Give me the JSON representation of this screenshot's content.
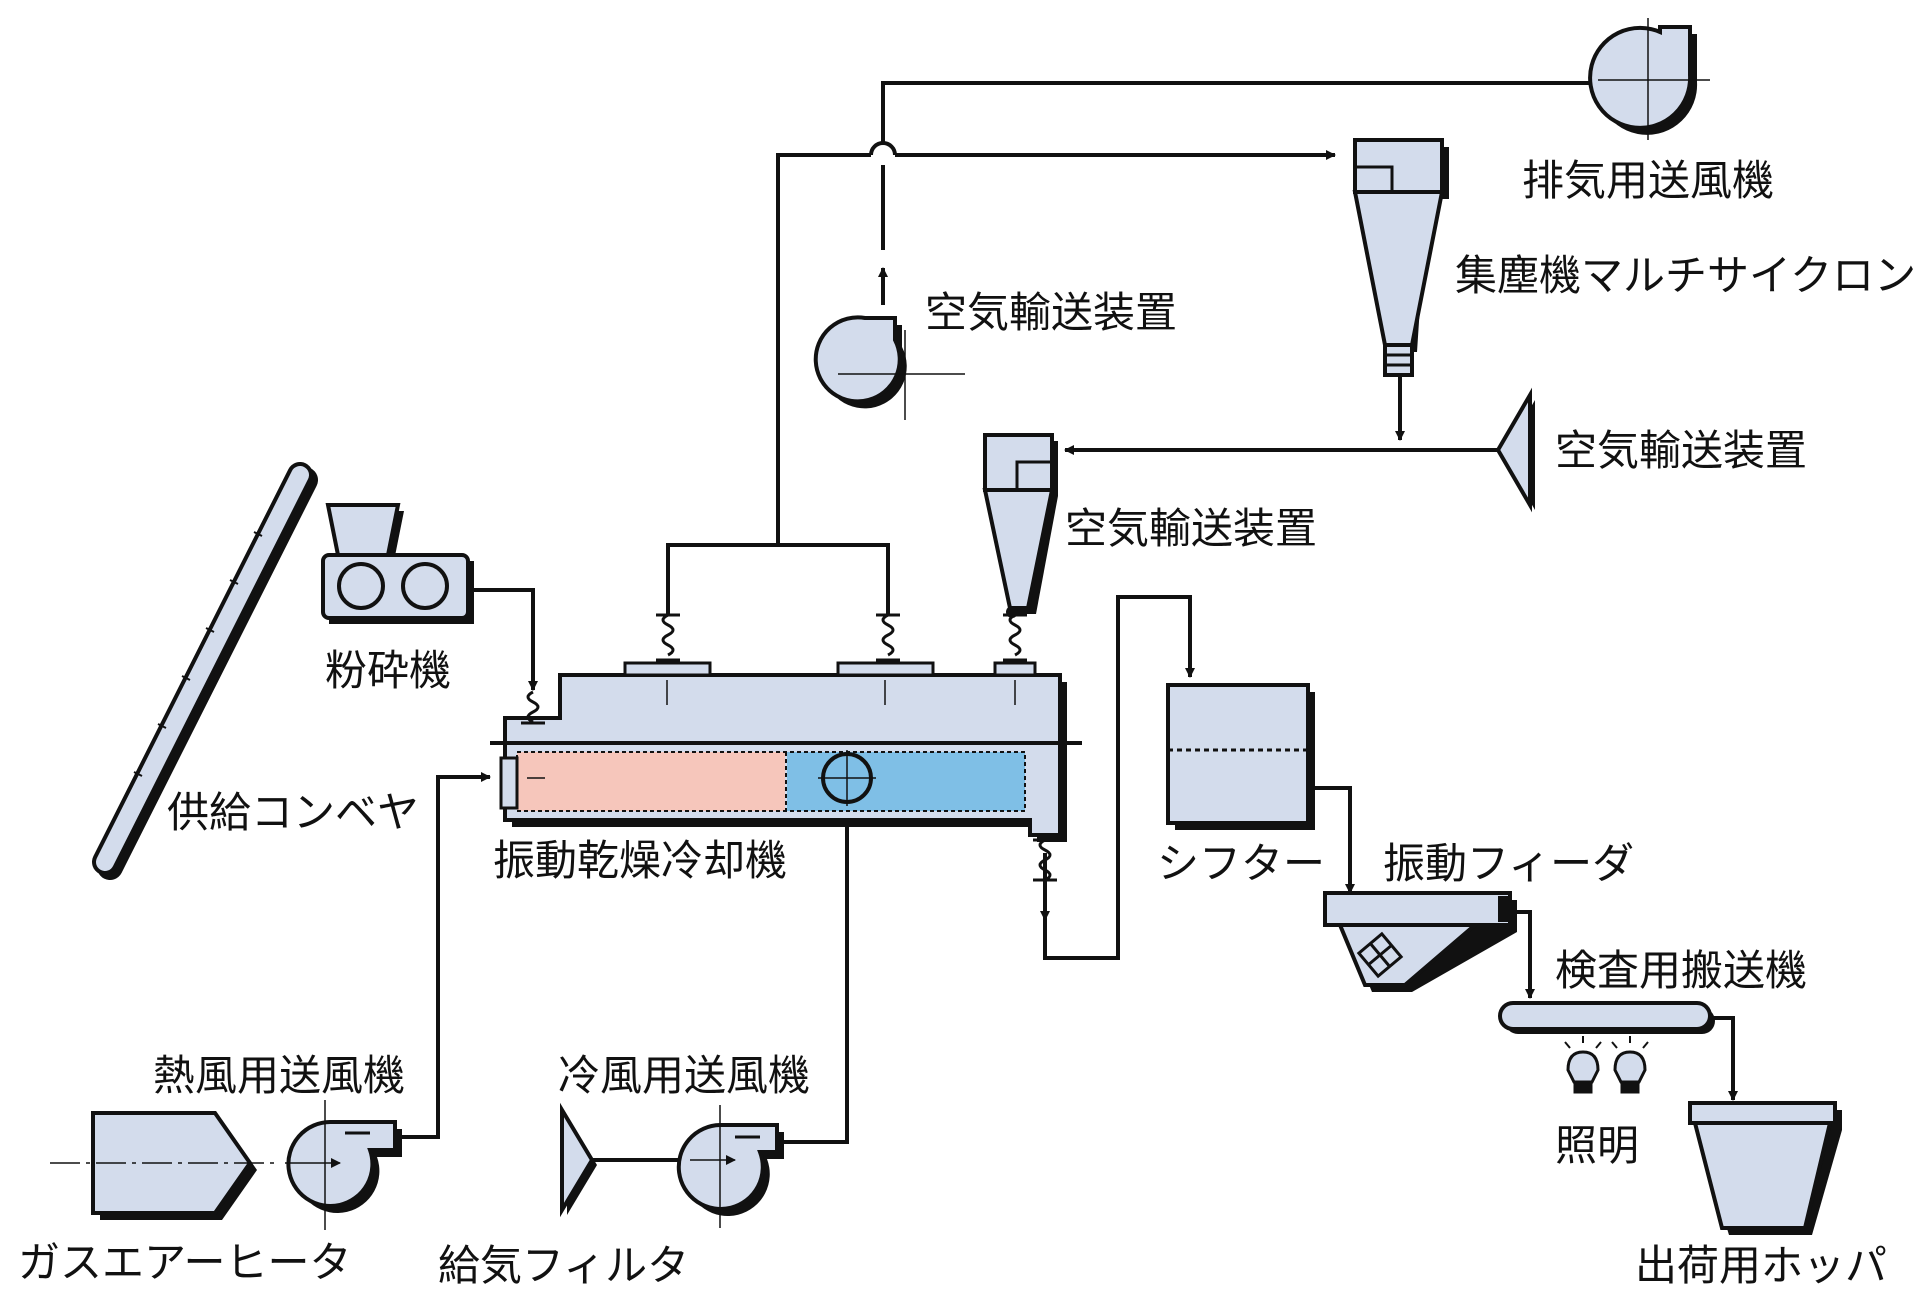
{
  "labels": {
    "exhaust_fan": "排気用送風機",
    "multi_cyclone": "集塵機マルチサイクロン",
    "pneumatic_conveyor_top": "空気輸送装置",
    "pneumatic_conveyor_right": "空気輸送装置",
    "pneumatic_conveyor_mid": "空気輸送装置",
    "crusher": "粉砕機",
    "feed_conveyor": "供給コンベヤ",
    "dryer_cooler": "振動乾燥冷却機",
    "sifter": "シフター",
    "vibrating_feeder": "振動フィーダ",
    "inspection_conveyor": "検査用搬送機",
    "lighting": "照明",
    "shipping_hopper": "出荷用ホッパ",
    "hot_air_fan": "熱風用送風機",
    "cold_air_fan": "冷風用送風機",
    "gas_air_heater": "ガスエアーヒータ",
    "intake_filter": "給気フィルタ"
  },
  "colors": {
    "equipment_fill": "#d3dcec",
    "line": "#111111",
    "shadow": "#111111",
    "heating_zone": "#f6c6bb",
    "cooling_zone": "#7fbfe6"
  }
}
